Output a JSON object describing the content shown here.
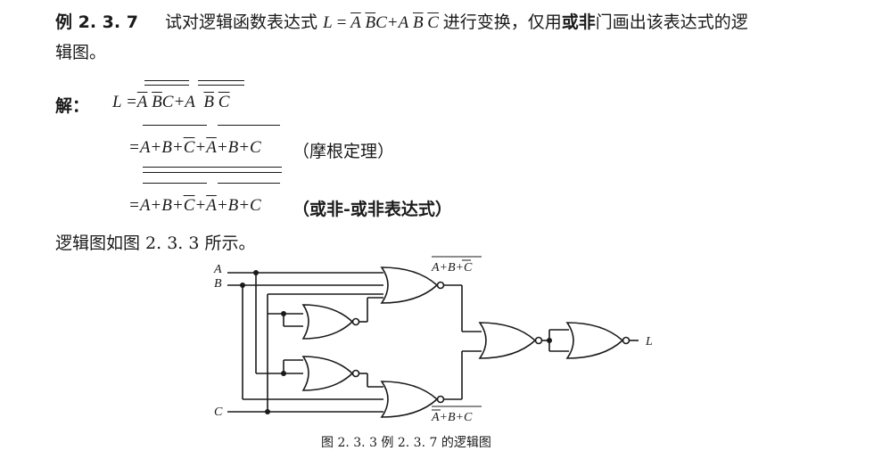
{
  "problem": {
    "label": "例 2. 3. 7",
    "text_before": "试对逻辑函数表达式",
    "expression": "L = A̅ B̅C + A B̅ C̅",
    "text_after_a": "进行变换，仅用",
    "text_bold": "或非",
    "text_after_b": "门画出该表达式的逻",
    "text_line2": "辑图。"
  },
  "solution": {
    "label": "解：",
    "eq1_lhs": "L =",
    "eq1_rhs": "A BC+A B C",
    "eq2_rhs": "= A+B+C+A+B+C",
    "eq2_note": "（摩根定理）",
    "eq3_rhs": "= A+B+C+A+B+C",
    "eq3_note": "（或非-或非表达式）",
    "conclusion": "逻辑图如图 2. 3. 3 所示。"
  },
  "diagram": {
    "input_a": "A",
    "input_b": "B",
    "input_c": "C",
    "output": "L",
    "top_gate_output": "A+B+C",
    "bottom_gate_output": "A+B+C",
    "caption": "图 2. 3. 3    例 2. 3. 7 的逻辑图"
  }
}
